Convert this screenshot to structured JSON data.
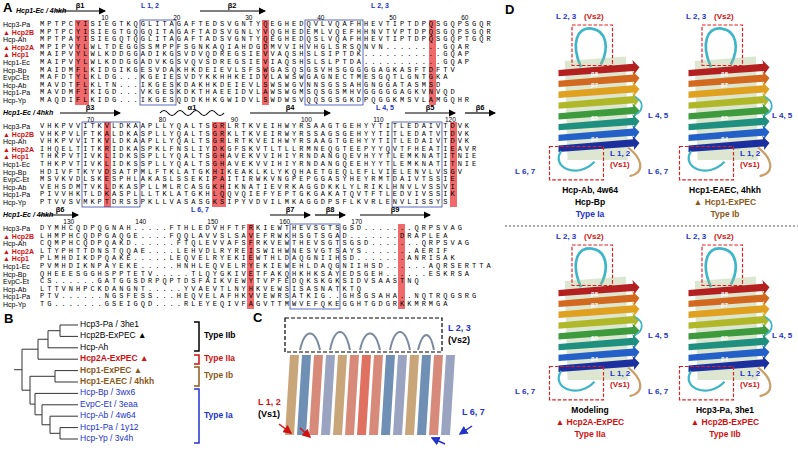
{
  "diagram": {
    "labels": [
      "A",
      "Hcp1-Ec / 4hkh",
      "β1",
      "L 1, 2",
      "β2",
      "L 2, 3",
      "10",
      "20",
      "30",
      "40",
      "50",
      "60",
      "Hcp3-Pa",
      "MPTPCYISIEGTKQGLITAGAFTEDSVGNTYQEGHEDQVLVQAFHHEVTIPTDPQSGQPSGQR",
      "▲ Hcp2B",
      "MPTPCYISIEGTGQGQITAGAFTADSVGNLYVQGHEDEMLVQEFHHNVTVPTDPQSGQPSGQR",
      "Hcp-Ah",
      "MPTPAYISIEGQTQGLITAGAFTADSVGNTYQEGHEDQSLVQAFHHEVTIPTDPQSGQPTGQR",
      "▲ Hcp2A",
      "MPIPVYLWLTDEGGSSMPPFSGNKAQIAHDGDMVVIHVHGLSRSQNVN........GQAR",
      "▲ Hcp1",
      "MAIPVYLWLKDDGGADIKGSVDVQDREGSIEVVAQSHSLSIPTDK...........GQAP",
      "Hcp1-Ec",
      "MAIPVYLWLKDDGGADVKGSVQVSDREGSIEVIAQSHSLSLPTDA...........GQAP",
      "Hcp-Bp",
      "MAIDMFLKIDGIKGESVDAKHKDEIEVLSFSWGASQSGSVHSGGGGGAGKASFTDFTV",
      "EvpC-Et",
      "MAFDTYLKLDG...KGEIESVDYKKHHKEIDVLAWSWGAGNECTMESGQTLGNTGKA",
      "Hcp-Ab",
      "MAVDTFLKLTN...IKGESKDAKHKDEIEVLSWSWGVNNSGSSAHGNGGATASMSD",
      "Hcp1-Pa",
      "MAVDMFIKIGD...VKGESKDKTHAEEIDVLAWSWGMSQSGSMHVGGGGGAGKVNVQD",
      "Hcp-Yp",
      "MAQDIFLKIDG...IKGESQDDKHKGWIDVLSWDWSVQQSGSGKDPQGGKMSVLAMGQHR",
      "Hcp1-Ec / 4hkh",
      "β3",
      "α1",
      "β4",
      "L 4, 5",
      "β5",
      "β6",
      "70",
      "80",
      "90",
      "100",
      "110",
      "120",
      "Hcp3-Pa",
      "VHKPVVITKVLDKAAPLLYQALTSGRLRTKVEIHWYRSAAGTGEHYYTITLEDAIVTDVK",
      "▲ Hcp2B",
      "VHKPVLFTKALDKASPLLYQALTSGRKLTKVEIRWYRSSAGSGEHYYTITLEDATVTDVK",
      "Hcp-Ah",
      "VHKPVVITKVLDKAAPLLYQALTSGRLRTKVEIHWYRSAAGTGEHYYTITLEDAIVTDVK",
      "▲ Hcp2A",
      "IHQELTITKRIDKASPKLFNSLIYDKGFSKVTLTLLRMNEQGTEEPYYQVTFHEATIEAVR",
      "▲ Hcp1",
      "THKPVTIVKLIDKSSPLLYQALTSGHAVEKVVIHIYRNDANGQEVHYYTLEMKNATITNIE",
      "Hcp1-Ec",
      "THKPVTIVKLIDKSSPLLYQALTSGHAVEKVVIHIYRNDANGQEEHYYTLEMKNATITNIE",
      "Hcp-Bp",
      "HDIVFTKYVDSATPMLFTKLATGKHIKEAKLKLYKQHAETGEQLEFLVIELENVLVSGV",
      "EvpC-Et",
      "MSVKVDLSKESPHLAKASLSSEKIPAITIRWKVNGPEPGGASYHEYRMTDAIVTSSIE",
      "Hcp-Ab",
      "VEHSDMTVKLDKASPLLMLRCASGKHIKNATIEVRKAGGDKKLYLRIKLHNVLVSSVI",
      "Hcp1-Pa",
      "PIVVHKTLDKASPLLLTKLATGKHLQQVQIEFYEPTGKGAKATQVTFTLEDVIVSSIK",
      "Hcp-Yp",
      "PTVVSVMKPTDRSSPKLLVASASGKSIPYVDVILMKAGGDPSFLKVRLENVLISSYS",
      "Hcp1-Ec / 4hkh",
      "β6",
      "L 6, 7",
      "β7",
      "β8",
      "β9",
      "130",
      "140",
      "150",
      "160",
      "170",
      "Hcp3-Pa",
      "DYMHCQDPQGNAH.....FTHLEDVHFTFRKIEWTHEVSGTSGSD.......QRPSVAG",
      "▲ Hcp2B",
      "LHMPHCQDPGAQGE....FQQLAVVSLSAVEFRWKHSGTSGAD.......DRAPLEA",
      "Hcp-Ah",
      "CQMPHCQDPQAKD......FTQLEVVAFSFRKVEWTHEVSGTSGSD.......QRPSVAG",
      "▲ Hcp2A",
      "LTYPHTTDNSTQQAE....LEHVDLRYREISWIHWNESVGTSAYS.......AERIF",
      "▲ Hcp1",
      "PLMHDIKDPQAKE.....LEQVELRYEKIEWTHLDAQGNIIHSD.......ANRISAK",
      "Hcp1-Ec",
      "PVMHDIKNPAYEKE.....HNHLEQVELRYEKIEWEHLDAQGNIIHSD......AQRSERTTA",
      "Hcp-Bp",
      "QHEEESGGHSPPTETV.....TLQYGKIVETFAKQHKHKSAYEDSGEH......ESKRSA",
      "EvpC-Et",
      "CS......GATGGSDRPQPTDSFAIKVEWYTVPFEDQKSKGKSIDVSAASTNQ",
      "Hcp-Ab",
      "LTTVNHPCKDANGNT.....YVAEVTLNYHKVEWSISASNATKTQ",
      "Hcp1-Pa",
      "PTV......NGSFESS...HEQVELAFHKVVEWRSATKIG..GHSGSAHA..NQTRQGSRG",
      "Hcp-Yp",
      "TG.......GSEIGQD....RLEYEQIVFAGVTTMWVEFQKEGGHTGDGRKKMRMGA",
      "B",
      "Hcp3-Pa / 3he1",
      "Hcp2B-ExPEC ▲",
      "Hcp-Ah",
      "Hcp2A-ExPEC ▲",
      "Hcp1-ExPEC ▲",
      "Hcp1-EAEC / 4hkh",
      "Hcp-Bp / 3wx6",
      "EvpC-Et / 3eaa",
      "Hcp-Ab / 4w64",
      "Hcp1-Pa / 1y12",
      "Hcp-Yp / 3v4h",
      "Type IIb",
      "Type IIa",
      "Type Ib",
      "Type Ia",
      "C",
      "L 2, 3",
      "(Vs2)",
      "L 1, 2",
      "(Vs1)",
      "L 6, 7",
      "D",
      "L 2, 3",
      "(Vs2)",
      "L 4, 5",
      "L 1, 2",
      "(Vs1)",
      "L 6, 7",
      "β8",
      "β7",
      "β5",
      "β4",
      "Hcp-Ab, 4w64",
      "Hcp-Bp",
      "Type Ia",
      "L 2, 3",
      "(Vs2)",
      "L 4, 5",
      "L 1, 2",
      "(Vs1)",
      "L 6, 7",
      "β8",
      "β7",
      "β5",
      "β4",
      "Hcp1-EAEC, 4hkh",
      "▲ Hcp1-ExPEC",
      "Type Ib",
      "L 2, 3",
      "(Vs2)",
      "L 4, 5",
      "L 1, 2",
      "(Vs1)",
      "L 6, 7",
      "β8",
      "β7",
      "β5",
      "β4",
      "Modeling",
      "▲ Hcp2A-ExPEC",
      "Type IIa",
      "L 2, 3",
      "(Vs2)",
      "L 4, 5",
      "L 1, 2",
      "(Vs1)",
      "L 6, 7",
      "β8",
      "β7",
      "β5",
      "β4",
      "Hcp3-Pa, 3he1",
      "▲ Hcp2B-ExPEC",
      "Type IIb"
    ]
  }
}
